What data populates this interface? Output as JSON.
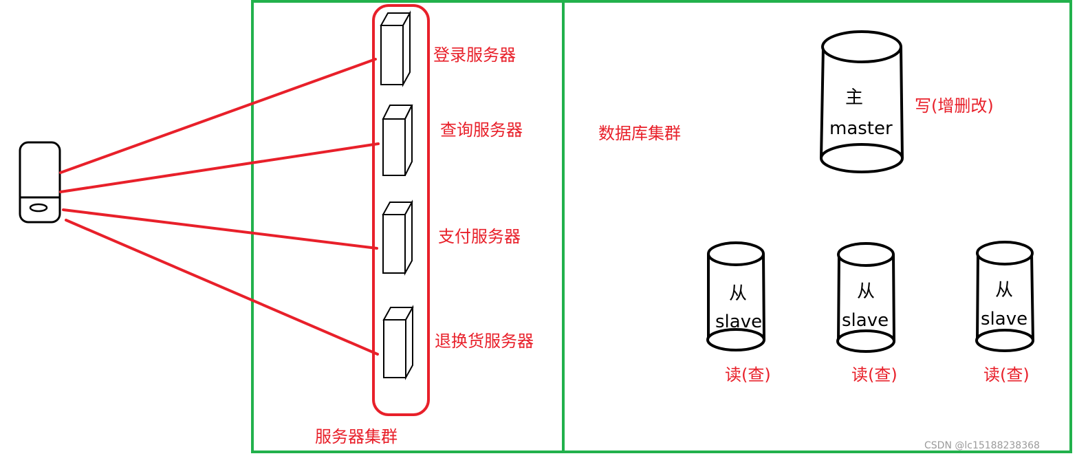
{
  "colors": {
    "cluster_border": "#22b14c",
    "connection": "#e8202a",
    "label": "#e8202a",
    "outline": "#000000"
  },
  "servers": [
    {
      "label": "登录服务器"
    },
    {
      "label": "查询服务器"
    },
    {
      "label": "支付服务器"
    },
    {
      "label": "退换货服务器"
    }
  ],
  "server_cluster_label": "服务器集群",
  "database": {
    "cluster_label": "数据库集群",
    "master": {
      "line1": "主",
      "line2": "master",
      "role": "写(增删改)"
    },
    "slaves": [
      {
        "line1": "从",
        "line2": "slave",
        "role": "读(查)"
      },
      {
        "line1": "从",
        "line2": "slave",
        "role": "读(查)"
      },
      {
        "line1": "从",
        "line2": "slave",
        "role": "读(查)"
      }
    ]
  },
  "watermark": "CSDN @lc15188238368"
}
